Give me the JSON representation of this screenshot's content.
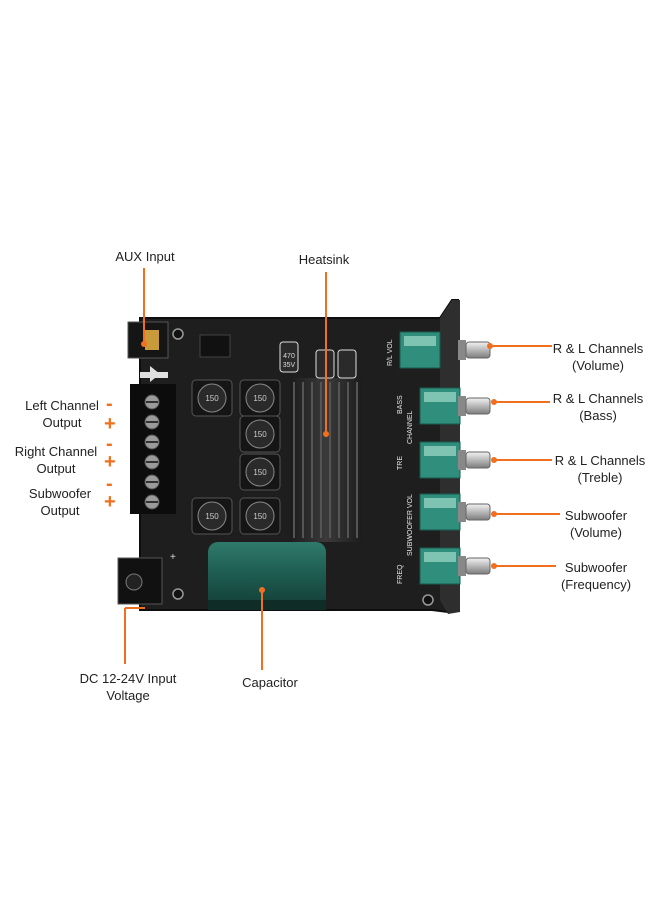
{
  "colors": {
    "accent": "#f07020",
    "board": "#1e1e1e",
    "heatsink": "#2a2a2a",
    "pot": "#2f8f7c",
    "capacitor": "#1f5d52",
    "text": "#222222"
  },
  "labels": {
    "aux": "AUX Input",
    "heatsink": "Heatsink",
    "left_out_1": "Left Channel",
    "left_out_2": "Output",
    "right_out_1": "Right Channel",
    "right_out_2": "Output",
    "sub_out_1": "Subwoofer",
    "sub_out_2": "Output",
    "dc_1": "DC 12-24V Input",
    "dc_2": "Voltage",
    "capacitor": "Capacitor",
    "rl_vol_1": "R & L Channels",
    "rl_vol_2": "(Volume)",
    "rl_bass_1": "R & L Channels",
    "rl_bass_2": "(Bass)",
    "rl_treble_1": "R & L Channels",
    "rl_treble_2": "(Treble)",
    "sub_vol_1": "Subwoofer",
    "sub_vol_2": "(Volume)",
    "sub_freq_1": "Subwoofer",
    "sub_freq_2": "(Frequency)"
  },
  "polarity": {
    "minus": "-",
    "plus": "+"
  },
  "silkscreen": {
    "vol": "R/L VOL",
    "bass": "BASS",
    "treble": "TRE",
    "channel": "CHANNEL",
    "sub_vol": "SUBWOOFER VOL",
    "freq": "FREQ",
    "cap_top": "470",
    "cap_mid": "35V",
    "inductor": "150"
  }
}
